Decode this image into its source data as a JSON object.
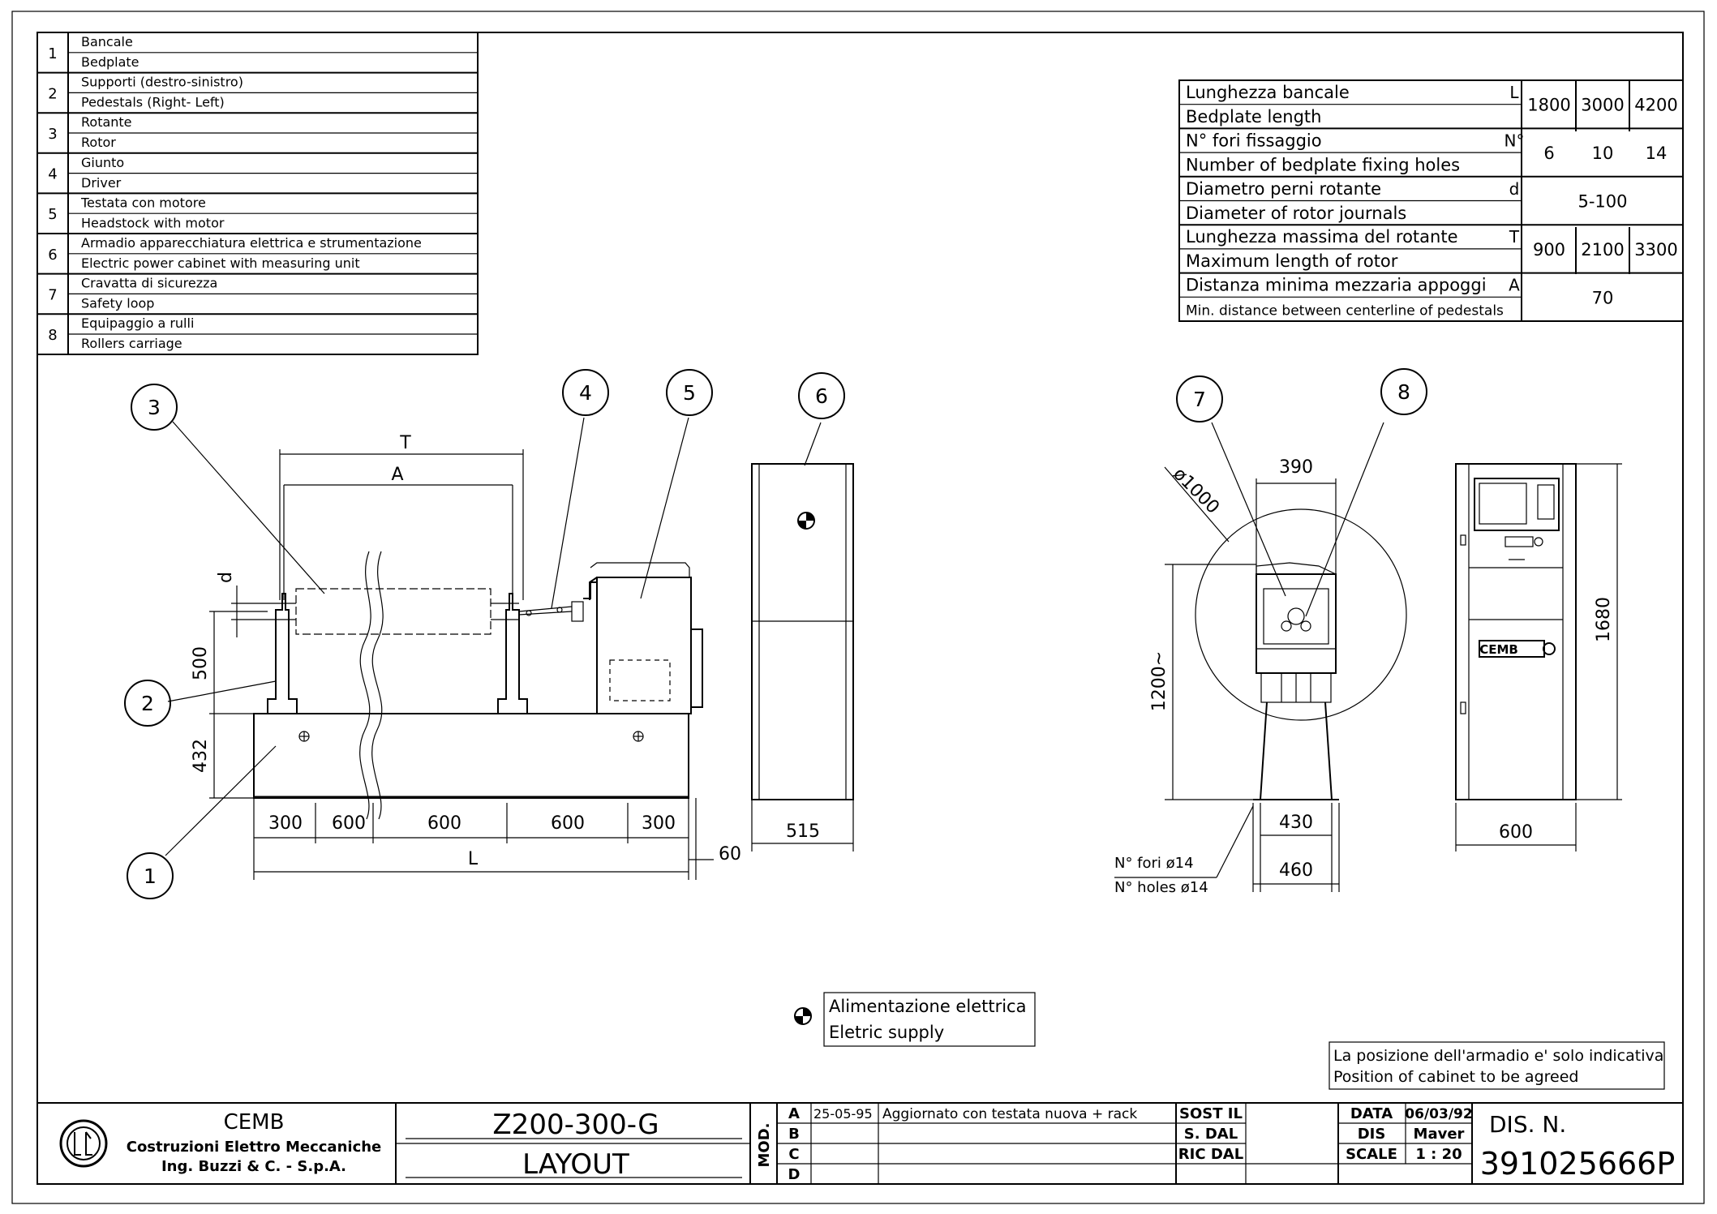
{
  "parts": [
    {
      "num": "1",
      "it": "Bancale",
      "en": "Bedplate"
    },
    {
      "num": "2",
      "it": "Supporti (destro-sinistro)",
      "en": "Pedestals (Right- Left)"
    },
    {
      "num": "3",
      "it": "Rotante",
      "en": "Rotor"
    },
    {
      "num": "4",
      "it": "Giunto",
      "en": "Driver"
    },
    {
      "num": "5",
      "it": "Testata con motore",
      "en": "Headstock with motor"
    },
    {
      "num": "6",
      "it": "Armadio apparecchiatura elettrica e strumentazione",
      "en": "Electric power cabinet with measuring unit"
    },
    {
      "num": "7",
      "it": "Cravatta di sicurezza",
      "en": "Safety loop"
    },
    {
      "num": "8",
      "it": "Equipaggio a rulli",
      "en": "Rollers carriage"
    }
  ],
  "spec_table": {
    "rows": [
      {
        "it": "Lunghezza bancale",
        "en": "Bedplate length",
        "sym": "L",
        "values": [
          "1800",
          "3000",
          "4200"
        ]
      },
      {
        "it": "N° fori fissaggio",
        "en": "Number of bedplate fixing holes",
        "sym": "N°",
        "values": [
          "6",
          "10",
          "14"
        ]
      },
      {
        "it": "Diametro perni rotante",
        "en": "Diameter of rotor journals",
        "sym": "d",
        "values": [
          "5-100"
        ]
      },
      {
        "it": "Lunghezza massima del rotante",
        "en": "Maximum length of rotor",
        "sym": "T",
        "values": [
          "900",
          "2100",
          "3300"
        ]
      },
      {
        "it": "Distanza minima mezzaria appoggi",
        "en": "Min. distance between centerline of pedestals",
        "sym": "A",
        "values": [
          "70"
        ]
      }
    ]
  },
  "callouts": [
    "1",
    "2",
    "3",
    "4",
    "5",
    "6",
    "7",
    "8"
  ],
  "dimensions": {
    "T": "T",
    "A": "A",
    "d": "d",
    "h500": "500",
    "h432": "432",
    "s300a": "300",
    "s600a": "600",
    "s600b": "600",
    "s600c": "600",
    "s300b": "300",
    "L": "L",
    "d60": "60",
    "w515": "515",
    "dia1000": "ø1000",
    "w390": "390",
    "h1200": "1200~",
    "w430": "430",
    "w460": "460",
    "h1680": "1680",
    "w600": "600"
  },
  "holes_note": {
    "it": "N° fori ø14",
    "en": "N° holes ø14"
  },
  "cabinet_logo": "CEMB",
  "legend": {
    "it": "Alimentazione elettrica",
    "en": "Eletric supply"
  },
  "position_note": {
    "it": "La posizione dell'armadio e' solo indicativa",
    "en": "Position of cabinet to be agreed"
  },
  "title_block": {
    "company": "CEMB",
    "company_line2": "Costruzioni Elettro Meccaniche",
    "company_line3": "Ing. Buzzi & C. - S.p.A.",
    "drawing_code": "Z200-300-G",
    "drawing_title": "LAYOUT",
    "mod_label": "MOD.",
    "revisions": [
      {
        "letter": "A",
        "date": "25-05-95",
        "desc": "Aggiornato con testata nuova + rack"
      },
      {
        "letter": "B",
        "date": "",
        "desc": ""
      },
      {
        "letter": "C",
        "date": "",
        "desc": ""
      },
      {
        "letter": "D",
        "date": "",
        "desc": ""
      }
    ],
    "sost_il": "SOST IL",
    "s_dal": "S. DAL",
    "ric_dal": "RIC DAL",
    "data_label": "DATA",
    "data_value": "06/03/92",
    "dis_label": "DIS",
    "dis_value": "Maver",
    "scale_label": "SCALE",
    "scale_value": "1 : 20",
    "dis_n_label": "DIS. N.",
    "dis_n_value": "391025666P"
  }
}
